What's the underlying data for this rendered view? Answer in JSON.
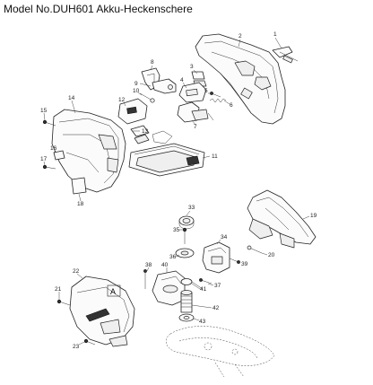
{
  "title": "Model No.DUH601 Akku-Heckenschere",
  "inset_letter": "A",
  "part_numbers": [
    {
      "id": "1",
      "label": "1"
    },
    {
      "id": "2",
      "label": "2"
    },
    {
      "id": "3",
      "label": "3"
    },
    {
      "id": "4",
      "label": "4"
    },
    {
      "id": "5",
      "label": "5"
    },
    {
      "id": "6",
      "label": "6"
    },
    {
      "id": "7",
      "label": "7"
    },
    {
      "id": "8",
      "label": "8"
    },
    {
      "id": "9",
      "label": "9"
    },
    {
      "id": "10",
      "label": "10"
    },
    {
      "id": "11",
      "label": "11"
    },
    {
      "id": "12",
      "label": "12"
    },
    {
      "id": "13",
      "label": "13"
    },
    {
      "id": "14",
      "label": "14"
    },
    {
      "id": "15",
      "label": "15"
    },
    {
      "id": "16",
      "label": "16"
    },
    {
      "id": "17",
      "label": "17"
    },
    {
      "id": "18",
      "label": "18"
    },
    {
      "id": "19",
      "label": "19"
    },
    {
      "id": "20",
      "label": "20"
    },
    {
      "id": "21",
      "label": "21"
    },
    {
      "id": "22",
      "label": "22"
    },
    {
      "id": "23",
      "label": "23"
    },
    {
      "id": "33",
      "label": "33"
    },
    {
      "id": "34",
      "label": "34"
    },
    {
      "id": "35",
      "label": "35"
    },
    {
      "id": "36",
      "label": "36"
    },
    {
      "id": "37",
      "label": "37"
    },
    {
      "id": "38",
      "label": "38"
    },
    {
      "id": "39",
      "label": "39"
    },
    {
      "id": "40",
      "label": "40"
    },
    {
      "id": "41",
      "label": "41"
    },
    {
      "id": "42",
      "label": "42"
    },
    {
      "id": "43",
      "label": "43"
    }
  ]
}
